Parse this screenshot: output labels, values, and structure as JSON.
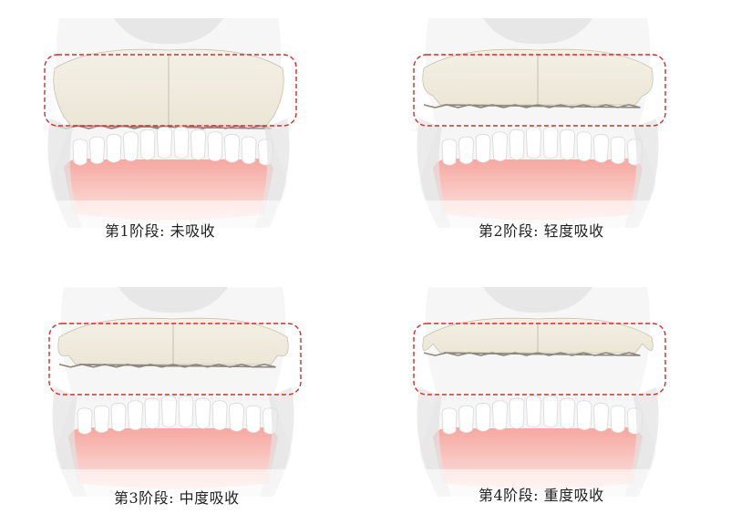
{
  "panels": [
    {
      "caption": "第1阶段: 未吸收",
      "bone_level": 1.0
    },
    {
      "caption": "第2阶段: 轻度吸收",
      "bone_level": 0.55
    },
    {
      "caption": "第3阶段: 中度吸收",
      "bone_level": 0.35
    },
    {
      "caption": "第4阶段: 重度吸收",
      "bone_level": 0.1
    }
  ],
  "colors": {
    "highlight_box": "#d62a2a",
    "bone": "#ece6d6",
    "gum": "#f6a7a0",
    "tooth": "#ffffff"
  }
}
